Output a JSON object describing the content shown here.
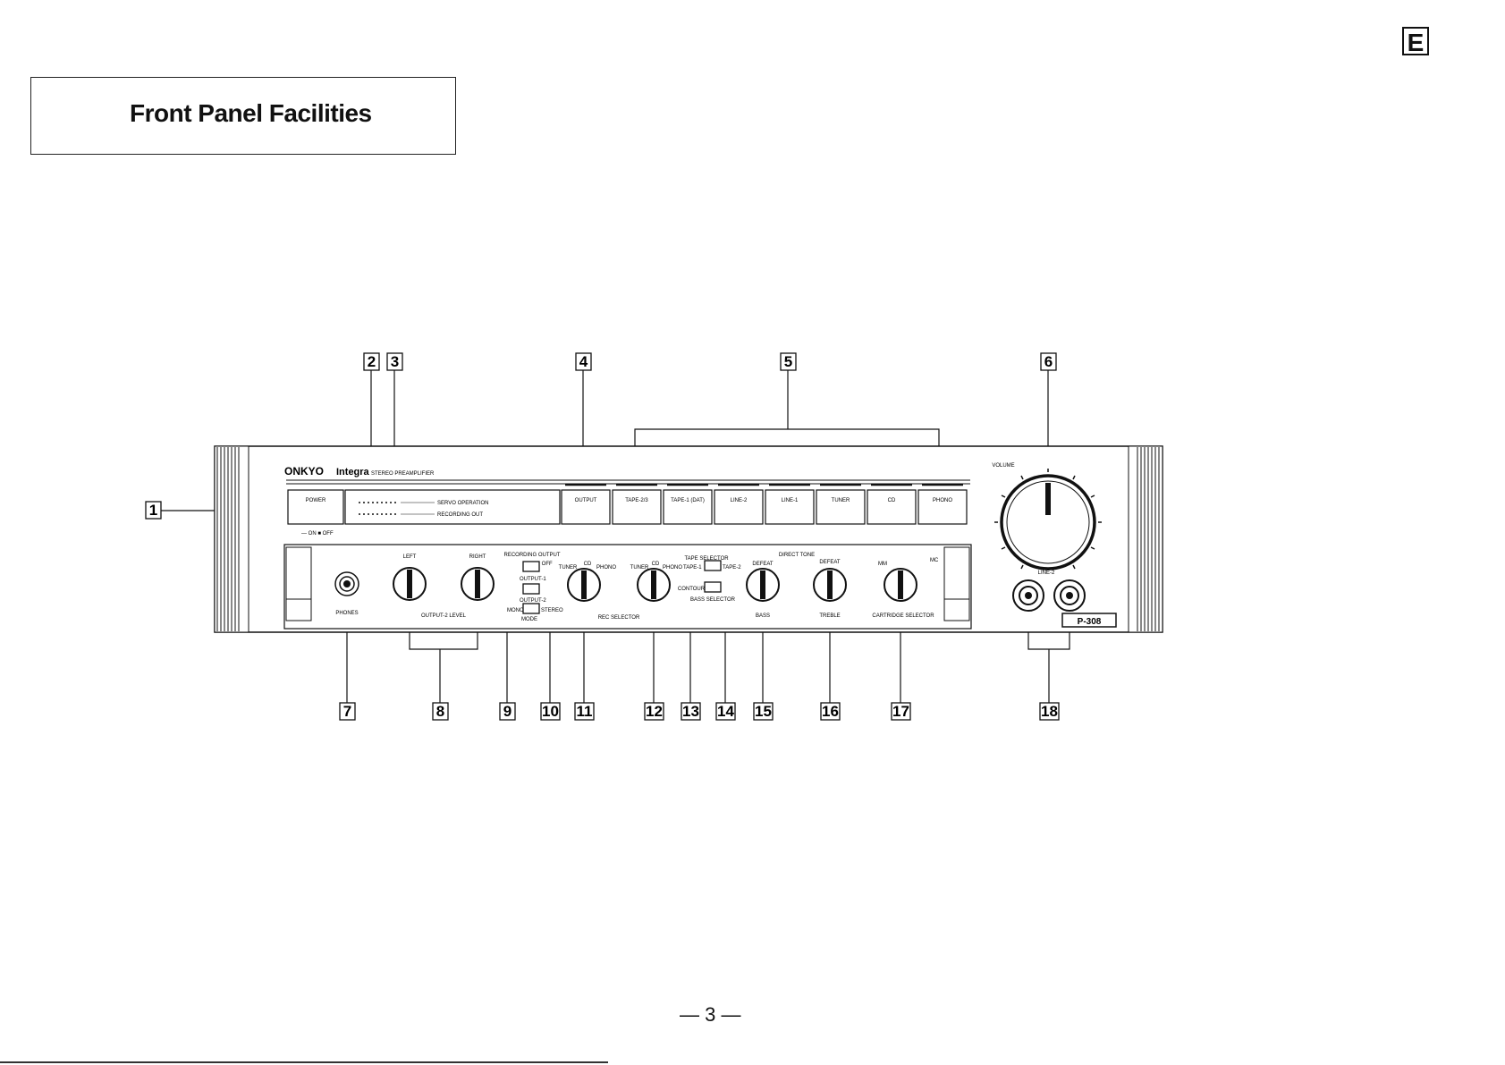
{
  "page": {
    "language_badge": "E",
    "title": "Front Panel Facilities",
    "page_number": "— 3 —"
  },
  "device": {
    "brand": "ONKYO",
    "series": "Integra",
    "description": "STEREO PREAMPLIFIER",
    "model": "P-308",
    "power_label": "POWER",
    "power_state": "— ON ■ OFF",
    "indicators": [
      "SERVO OPERATION",
      "RECORDING OUT"
    ],
    "input_buttons": [
      "OUTPUT",
      "TAPE-2/3",
      "TAPE-1 (DAT)",
      "LINE-2",
      "LINE-1",
      "TUNER",
      "CD",
      "PHONO"
    ],
    "volume_label": "VOLUME",
    "line2_label": "LINE-2",
    "phones_label": "PHONES",
    "left_label": "LEFT",
    "right_label": "RIGHT",
    "output2_level_label": "OUTPUT-2 LEVEL",
    "recording_output_label": "RECORDING OUTPUT",
    "on_off": "ON  OFF",
    "output1_label": "OUTPUT-1",
    "output2_label": "OUTPUT-2",
    "mode_label": "MODE",
    "mono": "MONO",
    "stereo": "STEREO",
    "rec_selector_label": "REC SELECTOR",
    "tuner": "TUNER",
    "cd": "CD",
    "phono": "PHONO",
    "tape_selector_label": "TAPE SELECTOR",
    "tape1": "TAPE-1",
    "tape2": "TAPE-2",
    "contour_label": "CONTOUR",
    "bass_selector_label": "BASS SELECTOR",
    "direct_tone_label": "DIRECT TONE",
    "defeat": "DEFEAT",
    "bass_label": "BASS",
    "treble_label": "TREBLE",
    "cartridge_selector_label": "CARTRIDGE SELECTOR",
    "mm": "MM",
    "mc": "MC"
  },
  "callouts": [
    "1",
    "2",
    "3",
    "4",
    "5",
    "6",
    "7",
    "8",
    "9",
    "10",
    "11",
    "12",
    "13",
    "14",
    "15",
    "16",
    "17",
    "18"
  ]
}
